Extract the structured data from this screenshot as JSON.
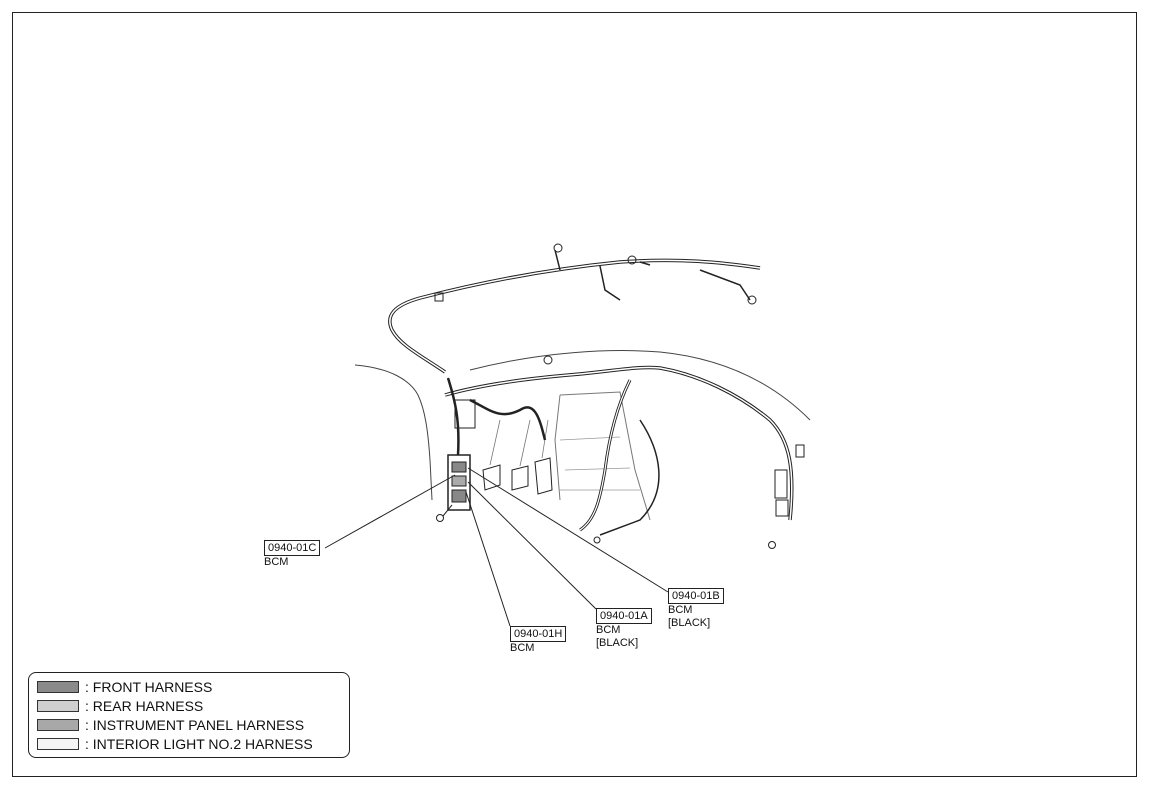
{
  "diagram": {
    "callouts": [
      {
        "code": "0940-01C",
        "lines": [
          "BCM"
        ]
      },
      {
        "code": "0940-01H",
        "lines": [
          "BCM"
        ]
      },
      {
        "code": "0940-01A",
        "lines": [
          "BCM",
          "[BLACK]"
        ]
      },
      {
        "code": "0940-01B",
        "lines": [
          "BCM",
          "[BLACK]"
        ]
      }
    ],
    "legend": [
      {
        "label": ": FRONT HARNESS",
        "swatch_color": "#8a8a8a"
      },
      {
        "label": ": REAR HARNESS",
        "swatch_color": "#cfcfcf"
      },
      {
        "label": ": INSTRUMENT PANEL HARNESS",
        "swatch_color": "#a8a8a8"
      },
      {
        "label": ": INTERIOR LIGHT NO.2 HARNESS",
        "swatch_color": "#f4f4f4"
      }
    ]
  }
}
